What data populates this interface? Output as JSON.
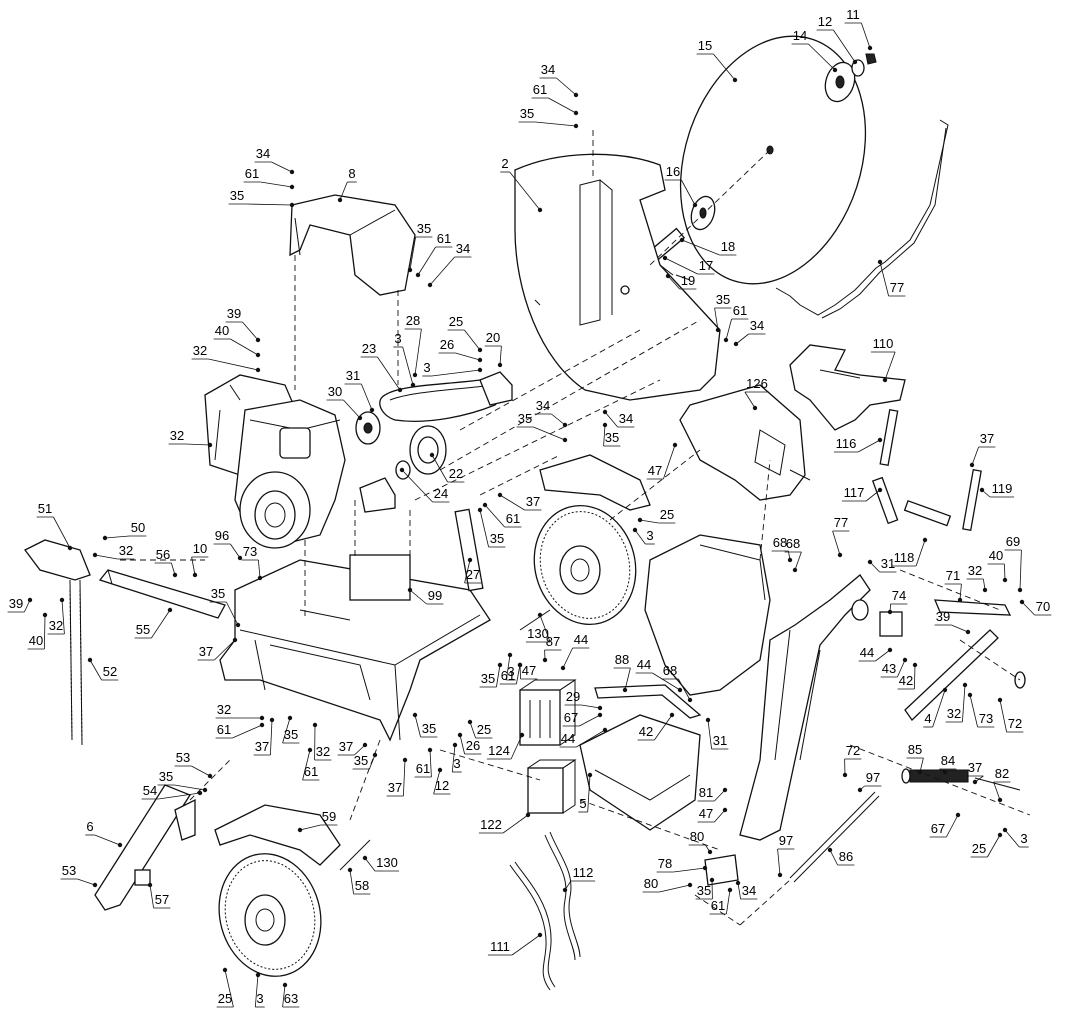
{
  "callouts": [
    {
      "label": "11"
    },
    {
      "label": "12"
    },
    {
      "label": "14"
    },
    {
      "label": "15"
    },
    {
      "label": "16"
    },
    {
      "label": "18"
    },
    {
      "label": "17"
    },
    {
      "label": "19"
    },
    {
      "label": "77"
    },
    {
      "label": "2"
    },
    {
      "label": "34"
    },
    {
      "label": "61"
    },
    {
      "label": "35"
    },
    {
      "label": "34"
    },
    {
      "label": "61"
    },
    {
      "label": "35"
    },
    {
      "label": "8"
    },
    {
      "label": "35"
    },
    {
      "label": "61"
    },
    {
      "label": "34"
    },
    {
      "label": "39"
    },
    {
      "label": "40"
    },
    {
      "label": "32"
    },
    {
      "label": "28"
    },
    {
      "label": "3"
    },
    {
      "label": "25"
    },
    {
      "label": "26"
    },
    {
      "label": "20"
    },
    {
      "label": "3"
    },
    {
      "label": "23"
    },
    {
      "label": "31"
    },
    {
      "label": "30"
    },
    {
      "label": "32"
    },
    {
      "label": "22"
    },
    {
      "label": "24"
    },
    {
      "label": "35"
    },
    {
      "label": "61"
    },
    {
      "label": "34"
    },
    {
      "label": "34"
    },
    {
      "label": "35"
    },
    {
      "label": "34"
    },
    {
      "label": "35"
    },
    {
      "label": "110"
    },
    {
      "label": "126"
    },
    {
      "label": "47"
    },
    {
      "label": "116"
    },
    {
      "label": "37"
    },
    {
      "label": "117"
    },
    {
      "label": "119"
    },
    {
      "label": "37"
    },
    {
      "label": "61"
    },
    {
      "label": "35"
    },
    {
      "label": "25"
    },
    {
      "label": "3"
    },
    {
      "label": "27"
    },
    {
      "label": "51"
    },
    {
      "label": "50"
    },
    {
      "label": "32"
    },
    {
      "label": "96"
    },
    {
      "label": "10"
    },
    {
      "label": "56"
    },
    {
      "label": "73"
    },
    {
      "label": "99"
    },
    {
      "label": "118"
    },
    {
      "label": "77"
    },
    {
      "label": "68"
    },
    {
      "label": "31"
    },
    {
      "label": "69"
    },
    {
      "label": "40"
    },
    {
      "label": "32"
    },
    {
      "label": "71"
    },
    {
      "label": "70"
    },
    {
      "label": "74"
    },
    {
      "label": "39"
    },
    {
      "label": "39"
    },
    {
      "label": "40"
    },
    {
      "label": "32"
    },
    {
      "label": "52"
    },
    {
      "label": "55"
    },
    {
      "label": "35"
    },
    {
      "label": "37"
    },
    {
      "label": "130"
    },
    {
      "label": "87"
    },
    {
      "label": "3"
    },
    {
      "label": "47"
    },
    {
      "label": "61"
    },
    {
      "label": "35"
    },
    {
      "label": "44"
    },
    {
      "label": "88"
    },
    {
      "label": "44"
    },
    {
      "label": "68"
    },
    {
      "label": "44"
    },
    {
      "label": "43"
    },
    {
      "label": "42"
    },
    {
      "label": "4"
    },
    {
      "label": "32"
    },
    {
      "label": "73"
    },
    {
      "label": "72"
    },
    {
      "label": "68"
    },
    {
      "label": "29"
    },
    {
      "label": "67"
    },
    {
      "label": "44"
    },
    {
      "label": "42"
    },
    {
      "label": "31"
    },
    {
      "label": "124"
    },
    {
      "label": "32"
    },
    {
      "label": "61"
    },
    {
      "label": "37"
    },
    {
      "label": "35"
    },
    {
      "label": "32"
    },
    {
      "label": "61"
    },
    {
      "label": "37"
    },
    {
      "label": "35"
    },
    {
      "label": "35"
    },
    {
      "label": "25"
    },
    {
      "label": "26"
    },
    {
      "label": "61"
    },
    {
      "label": "3"
    },
    {
      "label": "12"
    },
    {
      "label": "37"
    },
    {
      "label": "72"
    },
    {
      "label": "97"
    },
    {
      "label": "85"
    },
    {
      "label": "84"
    },
    {
      "label": "37"
    },
    {
      "label": "82"
    },
    {
      "label": "53"
    },
    {
      "label": "35"
    },
    {
      "label": "54"
    },
    {
      "label": "6"
    },
    {
      "label": "122"
    },
    {
      "label": "5"
    },
    {
      "label": "81"
    },
    {
      "label": "47"
    },
    {
      "label": "59"
    },
    {
      "label": "67"
    },
    {
      "label": "25"
    },
    {
      "label": "3"
    },
    {
      "label": "80"
    },
    {
      "label": "97"
    },
    {
      "label": "86"
    },
    {
      "label": "53"
    },
    {
      "label": "57"
    },
    {
      "label": "130"
    },
    {
      "label": "58"
    },
    {
      "label": "112"
    },
    {
      "label": "78"
    },
    {
      "label": "80"
    },
    {
      "label": "35"
    },
    {
      "label": "34"
    },
    {
      "label": "61"
    },
    {
      "label": "111"
    },
    {
      "label": "25"
    },
    {
      "label": "3"
    },
    {
      "label": "63"
    }
  ]
}
